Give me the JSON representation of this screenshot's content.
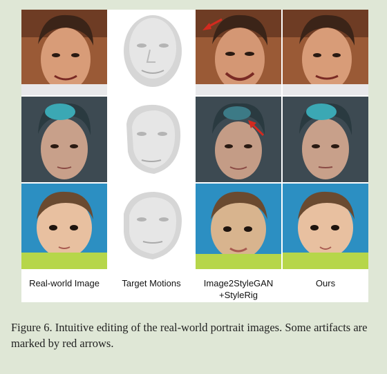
{
  "figure": {
    "columns": [
      {
        "label_line1": "Real-world Image",
        "label_line2": ""
      },
      {
        "label_line1": "Target Motions",
        "label_line2": ""
      },
      {
        "label_line1": "Image2StyleGAN",
        "label_line2": "+StyleRig"
      },
      {
        "label_line1": "Ours",
        "label_line2": ""
      }
    ],
    "rows": [
      {
        "subject": "man-with-dark-hair",
        "artifact_arrow": true
      },
      {
        "subject": "young-man-with-blue-dyed-hair",
        "artifact_arrow": true
      },
      {
        "subject": "baby-on-blue-background",
        "artifact_arrow": false
      }
    ],
    "arrow_color": "#d42a1f"
  },
  "caption": {
    "text": "Figure 6. Intuitive editing of the real-world portrait images. Some artifacts are marked by red arrows."
  }
}
